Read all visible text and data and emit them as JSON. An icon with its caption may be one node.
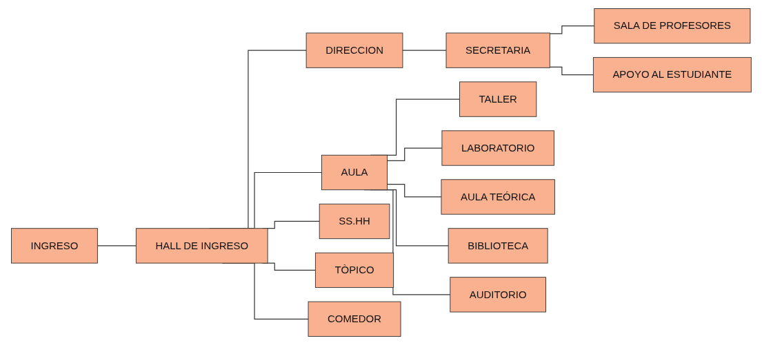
{
  "diagram": {
    "nodes": [
      {
        "text": [
          "INGRESO"
        ]
      },
      {
        "text": [
          "HALL DE INGRESO"
        ]
      },
      {
        "text": [
          "DIRECCION"
        ]
      },
      {
        "text": [
          "AULA"
        ]
      },
      {
        "text": [
          "SS.HH"
        ]
      },
      {
        "text": [
          "TÒPICO"
        ]
      },
      {
        "text": [
          "COMEDOR"
        ]
      },
      {
        "text": [
          "SECRETARIA"
        ]
      },
      {
        "text": [
          "SALA DE PROFESORES"
        ]
      },
      {
        "text": [
          "APOYO AL ESTUDIANTE"
        ]
      },
      {
        "text": [
          "TALLER"
        ]
      },
      {
        "text": [
          "LABORATORIO"
        ]
      },
      {
        "text": [
          "AULA TEÓRICA"
        ]
      },
      {
        "text": [
          "BIBLIOTECA"
        ]
      },
      {
        "text": [
          "AUDITORIO"
        ]
      }
    ],
    "edges": [
      {
        "from": 0,
        "to": 1,
        "arrow": "none"
      },
      {
        "from": 1,
        "to": 2,
        "arrow": "none"
      },
      {
        "from": 1,
        "to": 3,
        "arrow": "none"
      },
      {
        "from": 1,
        "to": 4,
        "arrow": "none"
      },
      {
        "from": 1,
        "to": 5,
        "arrow": "none"
      },
      {
        "from": 1,
        "to": 6,
        "arrow": "none"
      },
      {
        "from": 2,
        "to": 7,
        "arrow": "none"
      },
      {
        "from": 7,
        "to": 8,
        "arrow": "none"
      },
      {
        "from": 7,
        "to": 9,
        "arrow": "none"
      },
      {
        "from": 3,
        "to": 10,
        "arrow": "none"
      },
      {
        "from": 3,
        "to": 11,
        "arrow": "none"
      },
      {
        "from": 3,
        "to": 12,
        "arrow": "none"
      },
      {
        "from": 3,
        "to": 13,
        "arrow": "none"
      },
      {
        "from": 3,
        "to": 14,
        "arrow": "none"
      }
    ]
  }
}
